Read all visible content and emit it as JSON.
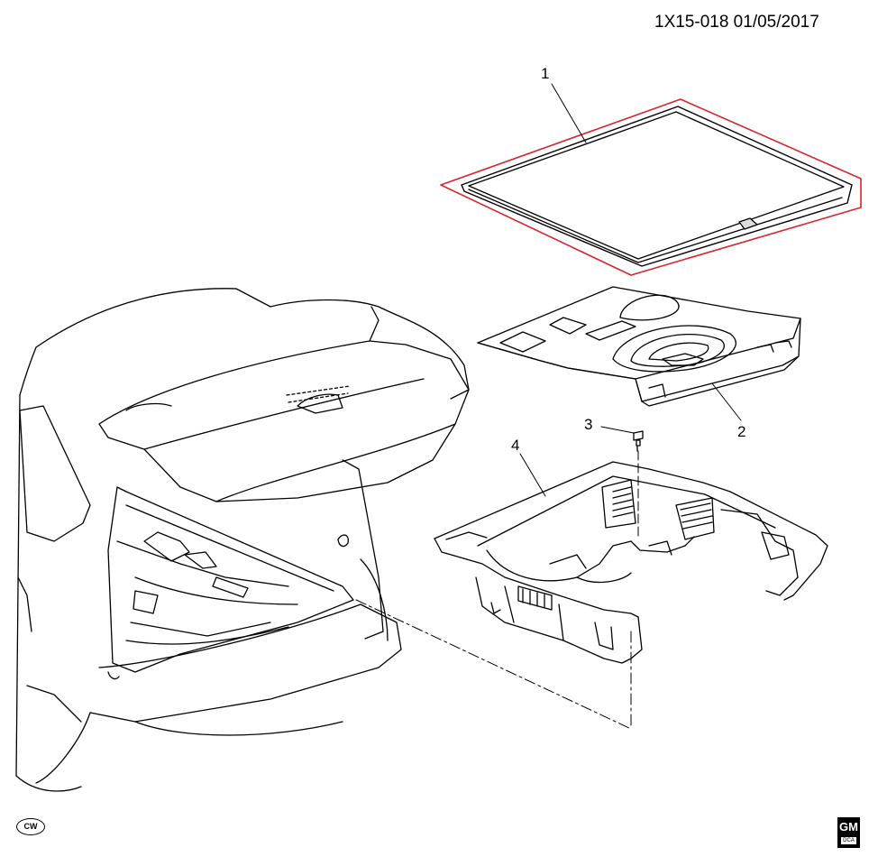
{
  "header": {
    "reference": "1X15-018  01/05/2017"
  },
  "callouts": [
    {
      "id": "1",
      "label": "1"
    },
    {
      "id": "2",
      "label": "2"
    },
    {
      "id": "3",
      "label": "3"
    },
    {
      "id": "4",
      "label": "4"
    }
  ],
  "badges": {
    "cw": "CW",
    "gm": "GM",
    "gm_sub": "DCA"
  },
  "colors": {
    "highlight": "#d9262a",
    "line": "#000000",
    "background": "#ffffff"
  }
}
